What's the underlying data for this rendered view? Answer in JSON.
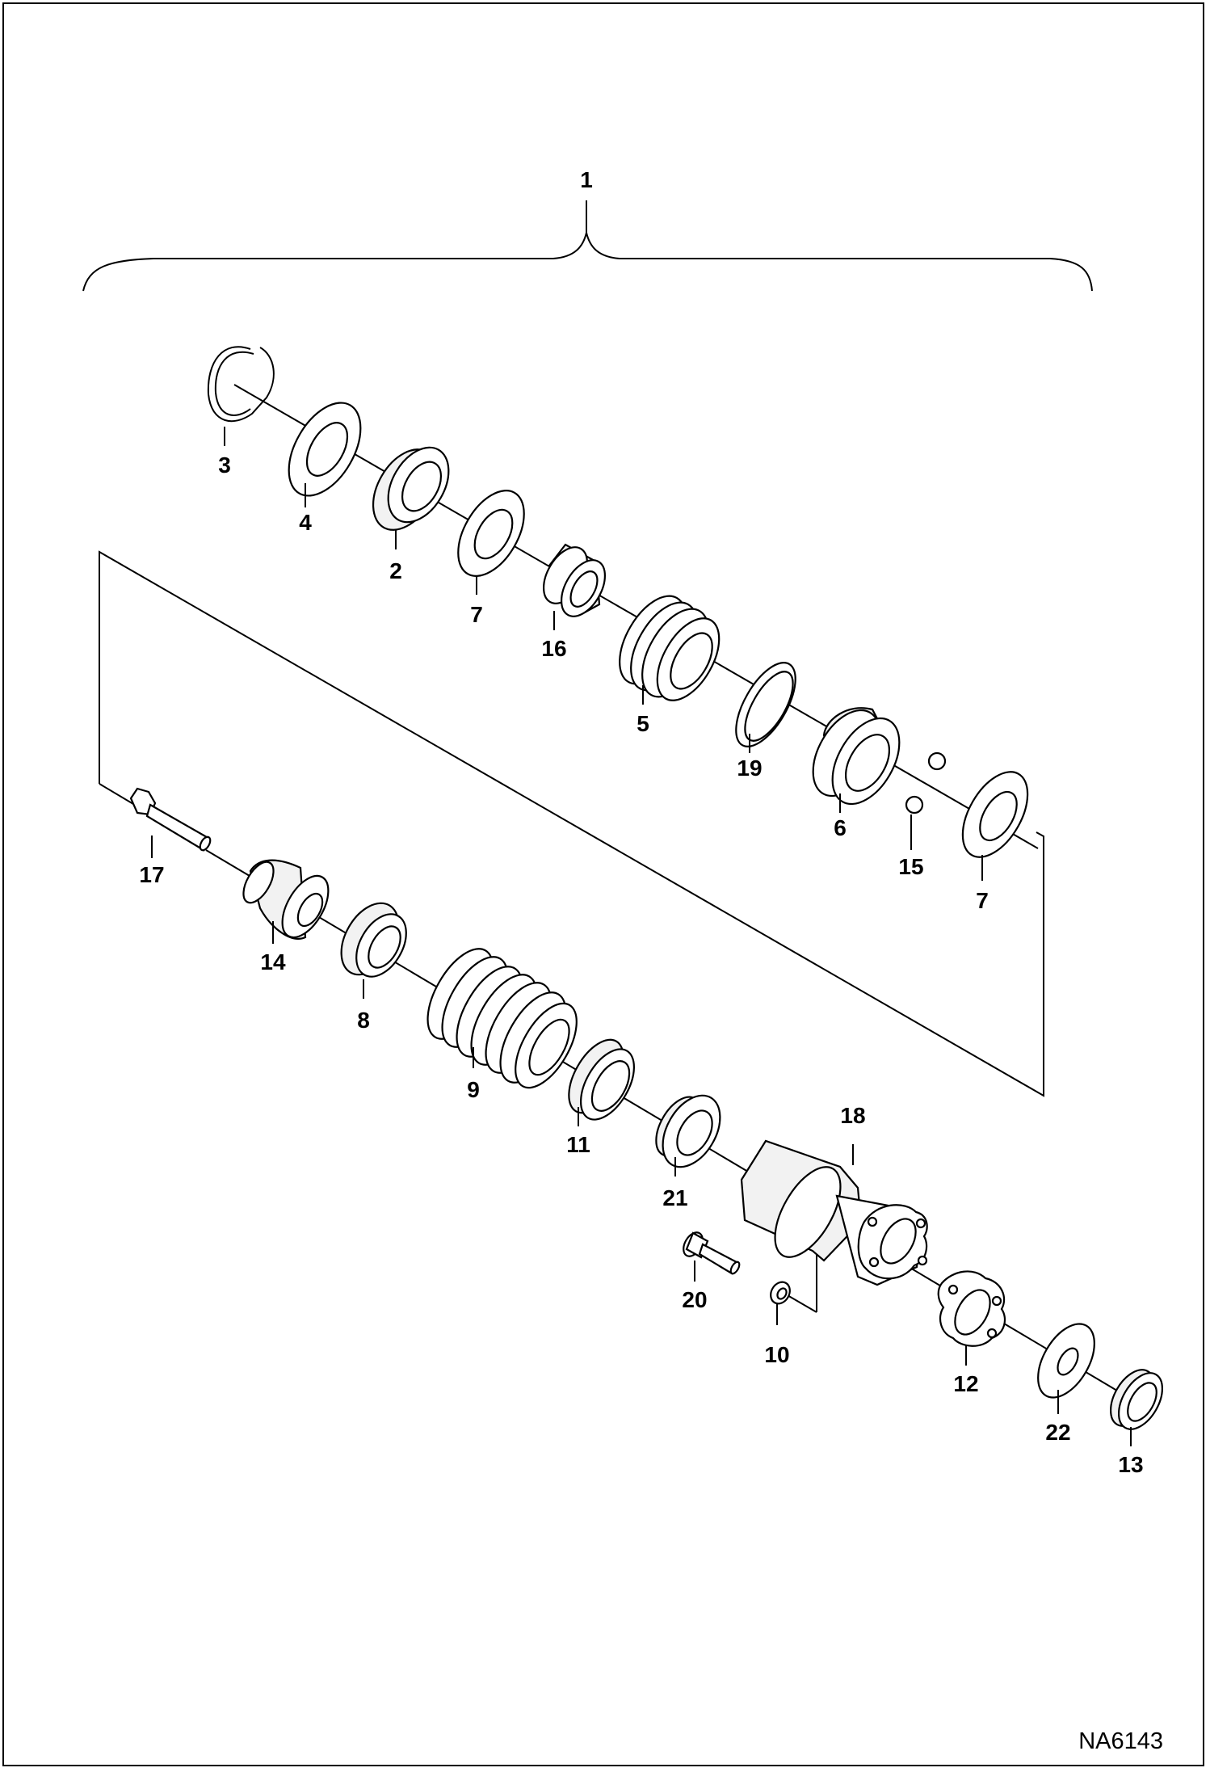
{
  "diagram": {
    "drawing_id": "NA6143",
    "callouts": {
      "c1": "1",
      "c2": "2",
      "c3": "3",
      "c4": "4",
      "c5": "5",
      "c6": "6",
      "c7a": "7",
      "c7b": "7",
      "c8": "8",
      "c9": "9",
      "c10": "10",
      "c11": "11",
      "c12": "12",
      "c13": "13",
      "c14": "14",
      "c15": "15",
      "c16": "16",
      "c17": "17",
      "c18": "18",
      "c19": "19",
      "c20": "20",
      "c21": "21",
      "c22": "22"
    }
  }
}
